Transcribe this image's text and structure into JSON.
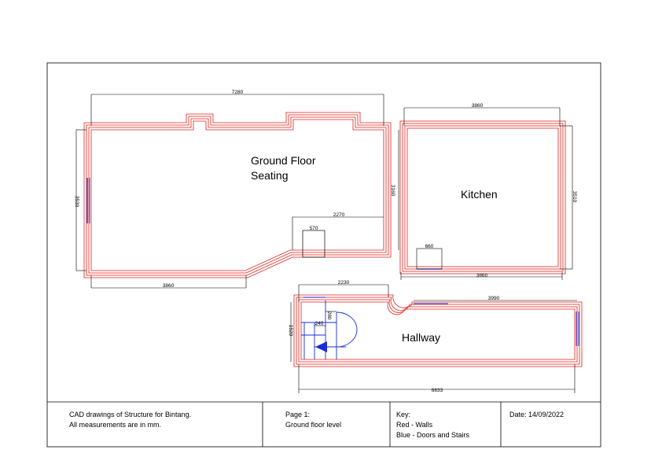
{
  "drawing": {
    "colors": {
      "walls": "#e0201a",
      "doors": "#1a2ed8",
      "lines": "#000000"
    },
    "rooms": {
      "seating_line1": "Ground Floor",
      "seating_line2": "Seating",
      "kitchen": "Kitchen",
      "hallway": "Hallway"
    },
    "dimensions": {
      "seating_top": "7280",
      "seating_left": "3530",
      "seating_right": "3160",
      "seating_bottom": "3860",
      "seating_step": "2270",
      "stair_width": "570",
      "kitchen_top": "3860",
      "kitchen_right": "3510",
      "kitchen_bottom": "3860",
      "kitchen_door": "660",
      "hall_top_left": "2230",
      "hall_top_right": "3990",
      "hall_left": "1520",
      "hall_small_a": "240",
      "hall_small_b": "280",
      "hall_bottom": "6833"
    }
  },
  "title_block": {
    "description_line1": "CAD drawings of Structure for Bintang.",
    "description_line2": "All measurements are in mm.",
    "page_line1": "Page 1:",
    "page_line2": "Ground floor level",
    "key_heading": "Key:",
    "key_red": "Red - Walls",
    "key_blue": "Blue - Doors and Stairs",
    "date": "Date: 14/09/2022"
  }
}
